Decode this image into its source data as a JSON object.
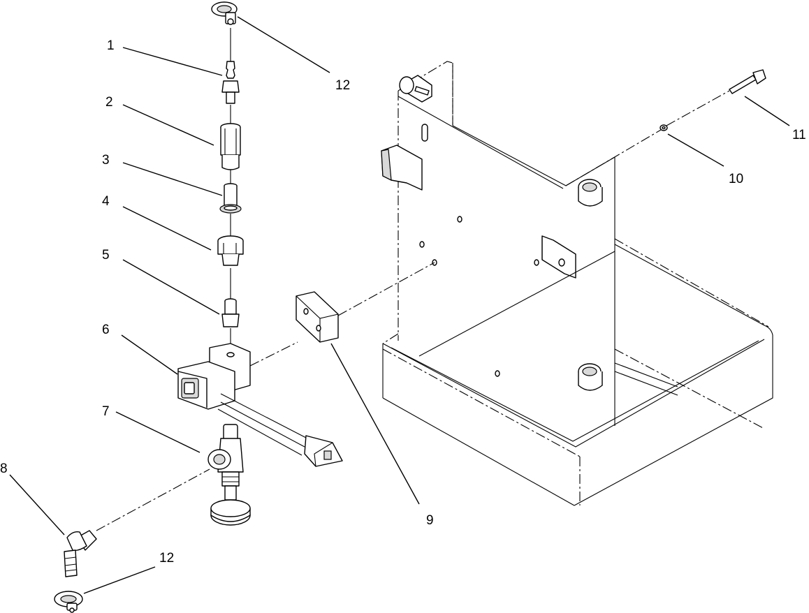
{
  "callouts": [
    {
      "id": "1",
      "text": "1"
    },
    {
      "id": "2",
      "text": "2"
    },
    {
      "id": "3",
      "text": "3"
    },
    {
      "id": "4",
      "text": "4"
    },
    {
      "id": "5",
      "text": "5"
    },
    {
      "id": "6",
      "text": "6"
    },
    {
      "id": "7",
      "text": "7"
    },
    {
      "id": "8",
      "text": "8"
    },
    {
      "id": "9",
      "text": "9"
    },
    {
      "id": "10",
      "text": "10"
    },
    {
      "id": "11",
      "text": "11"
    },
    {
      "id": "12a",
      "text": "12"
    },
    {
      "id": "12b",
      "text": "12"
    }
  ]
}
